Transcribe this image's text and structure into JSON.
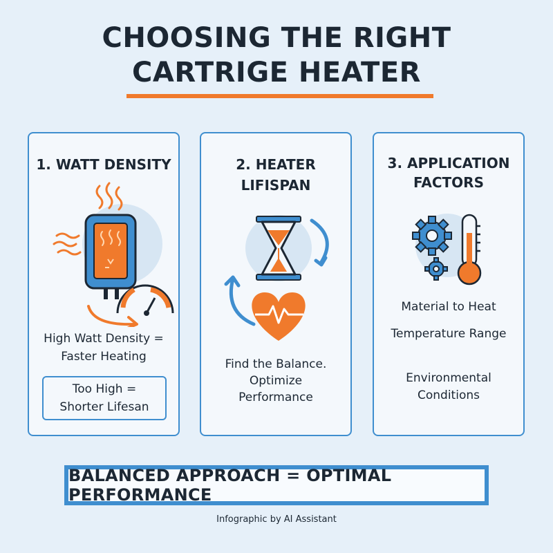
{
  "title": {
    "line1": "CHOOSING THE RIGHT",
    "line2": "CARTRIGE HEATER"
  },
  "cards": [
    {
      "heading": "1. WATT DENSITY",
      "text_line1": "High Watt Density =",
      "text_line2": "Faster Heating",
      "note_line1": "Too High =",
      "note_line2": "Shorter Lifesan",
      "icons": [
        "heater-cartridge-icon",
        "heat-waves-icon",
        "gauge-icon",
        "curved-arrow-icon"
      ]
    },
    {
      "heading": "2. HEATER LIFISPAN",
      "text_line1": "Find the Balance.",
      "text_line2": "Optimize",
      "text_line3": "Performance",
      "icons": [
        "hourglass-icon",
        "heart-pulse-icon",
        "cycle-arrow-icon"
      ]
    },
    {
      "heading_line1": "3. APPLICATION",
      "heading_line2": "FACTORS",
      "items": [
        "Material to Heat",
        "Temperature Range"
      ],
      "item3_line1": "Environmental",
      "item3_line2": "Conditions",
      "icons": [
        "gears-icon",
        "thermometer-icon"
      ]
    }
  ],
  "banner": "BALANCED APPROACH = OPTIMAL PERFORMANCE",
  "footer": "Infographic by AI Assistant",
  "colors": {
    "accent_orange": "#f07a2c",
    "accent_blue": "#3f8ecf",
    "text_dark": "#1c2733",
    "background": "#e6f0f9"
  }
}
